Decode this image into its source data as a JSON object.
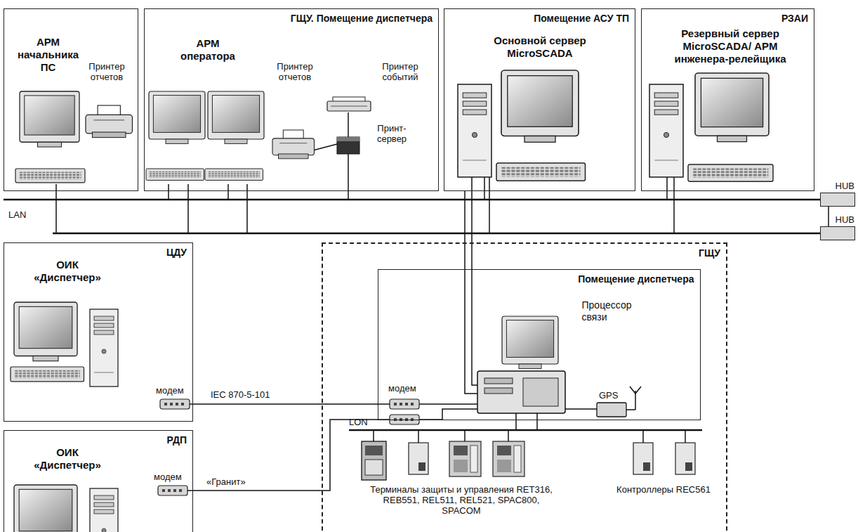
{
  "diagram": {
    "nodes": [
      {
        "text": [
          "АРМ начальника ПС"
        ]
      },
      {
        "text": [
          "ГЩУ. Помещение диспетчера",
          "АРМ оператора"
        ]
      },
      {
        "text": [
          "Помещение АСУ ТП",
          "Основной сервер MicroSCADA"
        ]
      },
      {
        "text": [
          "РЗАИ",
          "Резервный сервер MicroSCADA/ АРМ инженера-релейщика"
        ]
      },
      {
        "text": [
          "HUB"
        ]
      },
      {
        "text": [
          "HUB"
        ]
      },
      {
        "text": [
          "ЦДУ",
          "ОИК «Диспетчер»"
        ]
      },
      {
        "text": [
          "ГЩУ"
        ]
      },
      {
        "text": [
          "Помещение диспетчера",
          "Процессор связи"
        ],
        "in": 7
      },
      {
        "text": [
          "РДП",
          "ОИК «Диспетчер»"
        ]
      }
    ],
    "edges": [
      {
        "from": 4,
        "to": 5,
        "arrow": "none"
      },
      {
        "from": 2,
        "to": 8,
        "arrow": "none"
      },
      {
        "from": 6,
        "to": 8,
        "label": "IEC 870-5-101",
        "arrow": "none"
      },
      {
        "from": 9,
        "to": 8,
        "label": "«Гранит»",
        "arrow": "none"
      }
    ],
    "labels": [
      "Принтер отчетов",
      "Принтер отчетов",
      "Принтер событий",
      "Принт-сервер",
      "LAN",
      "модем",
      "модем",
      "модем",
      "GPS",
      "LON",
      "Терминалы защиты и управления RET316, REB551, REL511, REL521, SPAC800, SPACOM",
      "Контроллеры REC561"
    ]
  }
}
